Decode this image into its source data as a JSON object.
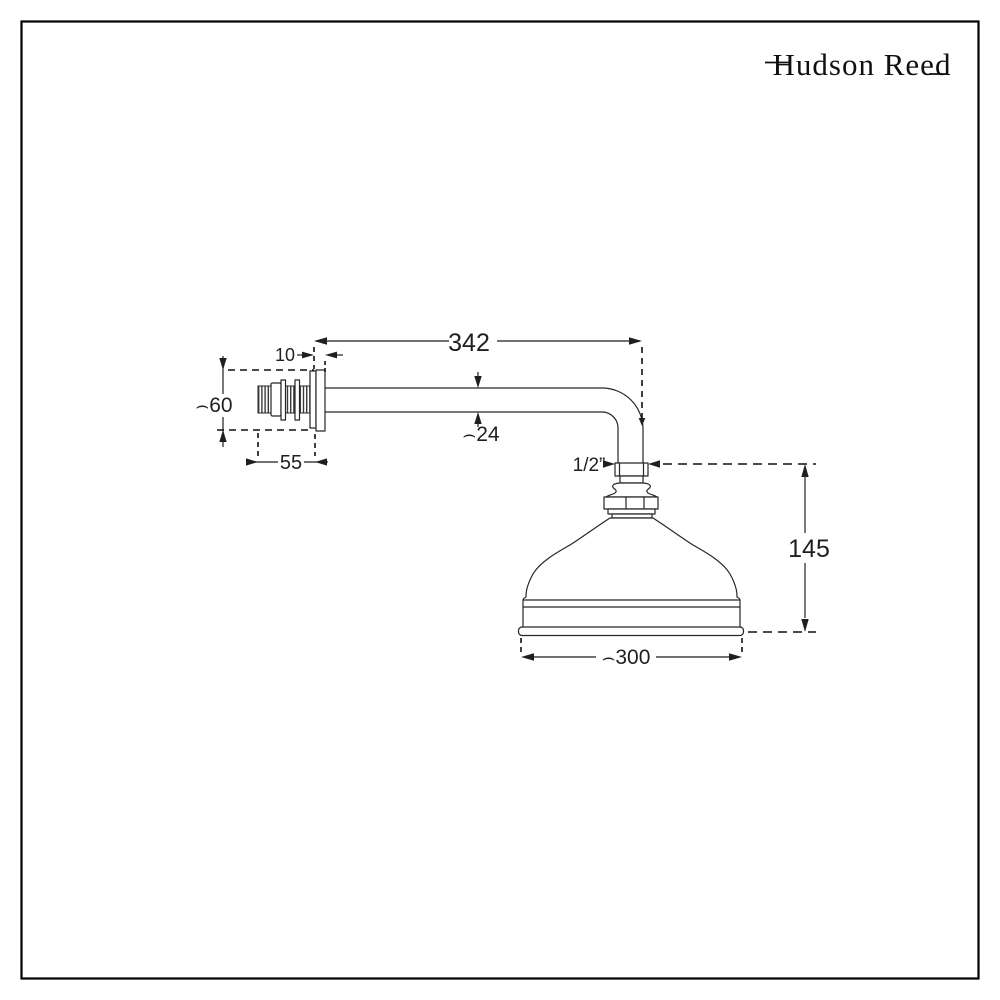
{
  "brand": {
    "logo_text": "Hudson Reed"
  },
  "dimensions": {
    "arm_projection": "342",
    "plate_thickness": "10",
    "plate_diameter": "⌢60",
    "fixing_length": "55",
    "arm_diameter": "⌢24",
    "thread_size": "1/2”",
    "head_height": "145",
    "head_diameter": "⌢300"
  }
}
